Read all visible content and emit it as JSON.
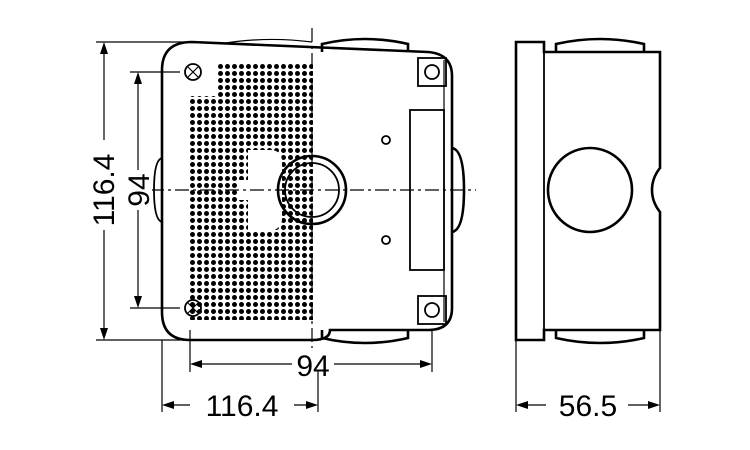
{
  "front_view": {
    "overall_width_label": "116.4",
    "overall_height_label": "116.4",
    "inner_width_label": "94",
    "inner_height_label": "94"
  },
  "side_view": {
    "depth_label": "56.5"
  }
}
